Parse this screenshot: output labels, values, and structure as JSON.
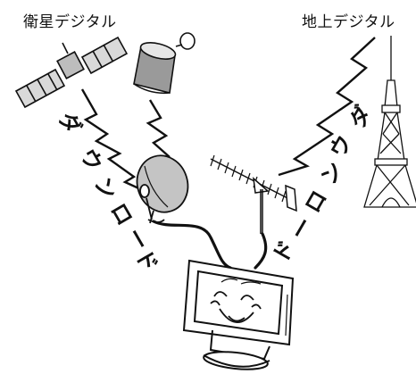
{
  "labels": {
    "satellite": "衛星デジタル",
    "terrestrial": "地上デジタル"
  },
  "download_left": [
    "ダ",
    "ウ",
    "ン",
    "ロ",
    "ー",
    "ド"
  ],
  "download_right": [
    "ダ",
    "ウ",
    "ン",
    "ロ",
    "ー",
    "ド"
  ],
  "colors": {
    "ink": "#111111",
    "paper": "#ffffff",
    "shade": "#b8b8b8"
  }
}
